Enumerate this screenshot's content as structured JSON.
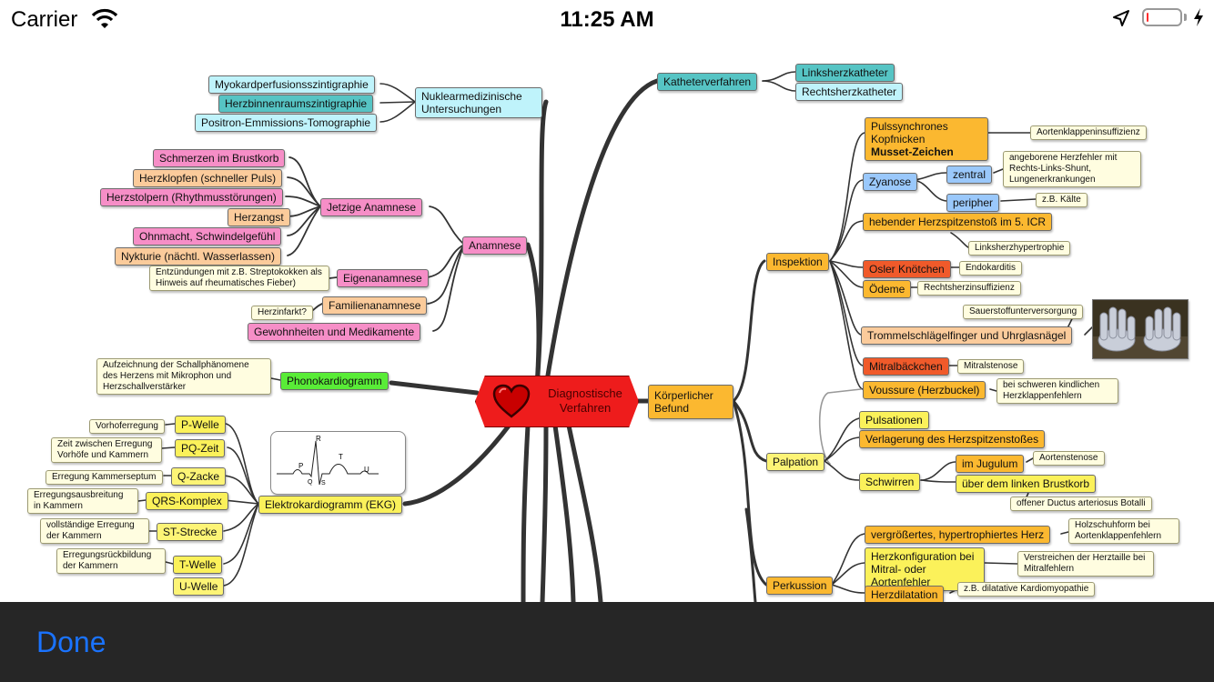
{
  "status_bar": {
    "carrier": "Carrier",
    "time": "11:25 AM",
    "battery_level": 0.05
  },
  "mindmap": {
    "center": "Diagnostische Verfahren",
    "nodes": {
      "katheter": "Katheterverfahren",
      "links_katheter": "Linksherzkatheter",
      "rechts_katheter": "Rechtsherzkatheter",
      "nuklear": "Nuklearmedizinische Untersuchungen",
      "myokard": "Myokardperfusionsszintigraphie",
      "herzbinnen": "Herzbinnenraumszintigraphie",
      "positron": "Positron-Emmissions-Tomographie",
      "anamnese": "Anamnese",
      "jetzige": "Jetzige Anamnese",
      "schmerzen": "Schmerzen im Brustkorb",
      "herzklopfen": "Herzklopfen (schneller Puls)",
      "herzstolpern": "Herzstolpern (Rhythmusstörungen)",
      "herzangst": "Herzangst",
      "ohnmacht": "Ohnmacht, Schwindelgefühl",
      "nykturie": "Nykturie (nächtl. Wasserlassen)",
      "eigen": "Eigenanamnese",
      "eigen_note": "Entzündungen mit z.B. Streptokokken als Hinweis auf rheumatisches Fieber)",
      "familie": "Familienanamnese",
      "herzinfarkt": "Herzinfarkt?",
      "gewohnheiten": "Gewohnheiten und Medikamente",
      "phono": "Phonokardiogramm",
      "phono_note": "Aufzeichnung der Schallphänomene des Herzens mit Mikrophon und Herzschallverstärker",
      "ekg": "Elektrokardiogramm (EKG)",
      "p_welle": "P-Welle",
      "vorhof": "Vorhoferregung",
      "pq_zeit": "PQ-Zeit",
      "pq_note": "Zeit zwischen Erregung Vorhöfe und Kammern",
      "q_zacke": "Q-Zacke",
      "q_note": "Erregung Kammerseptum",
      "qrs": "QRS-Komplex",
      "qrs_note": "Erregungsausbreitung in Kammern",
      "st": "ST-Strecke",
      "st_note": "vollständige Erregung der Kammern",
      "t_welle": "T-Welle",
      "t_note": "Erregungsrückbildung der Kammern",
      "u_welle": "U-Welle",
      "koerper": "Körperlicher Befund",
      "inspektion": "Inspektion",
      "puls": "Pulssynchrones Kopfnicken",
      "musset": "Musset-Zeichen",
      "aortenklappe": "Aortenklappeninsuffizienz",
      "zyanose": "Zyanose",
      "zentral": "zentral",
      "zentral_note": "angeborene Herzfehler mit Rechts-Links-Shunt, Lungenerkrankungen",
      "peripher": "peripher",
      "kaelte": "z.B. Kälte",
      "hebender": "hebender Herzspitzenstoß im 5. ICR",
      "linksherz": "Linksherzhypertrophie",
      "osler": "Osler Knötchen",
      "endokarditis": "Endokarditis",
      "oedeme": "Ödeme",
      "rechtsinsuff": "Rechtsherzinsuffizienz",
      "sauerstoff": "Sauerstoffunterversorgung",
      "trommel": "Trommelschlägelfinger und Uhrglasnägel",
      "mitral": "Mitralbäckchen",
      "mitralstenose": "Mitralstenose",
      "voussure": "Voussure (Herzbuckel)",
      "voussure_note": "bei schweren kindlichen Herzklappenfehlern",
      "palpation": "Palpation",
      "pulsationen": "Pulsationen",
      "verlagerung": "Verlagerung des Herzspitzenstoßes",
      "schwirren": "Schwirren",
      "jugulum": "im Jugulum",
      "aortenstenose": "Aortenstenose",
      "brustkorb": "über dem linken Brustkorb",
      "ductus": "offener Ductus arteriosus Botalli",
      "perkussion": "Perkussion",
      "vergroessert": "vergrößertes, hypertrophiertes Herz",
      "holzschuh": "Holzschuhform bei Aortenklappenfehlern",
      "konfiguration": "Herzkonfiguration bei Mitral- oder Aortenfehler",
      "verstreichen": "Verstreichen der Herztaille bei Mitralfehlern",
      "dilatation": "Herzdilatation",
      "kardiomyopathie": "z.B. dilatative Kardiomyopathie"
    },
    "ecg_labels": {
      "p": "P",
      "q": "Q",
      "r": "R",
      "s": "S",
      "t": "T",
      "u": "U"
    }
  },
  "toolbar": {
    "done": "Done"
  }
}
